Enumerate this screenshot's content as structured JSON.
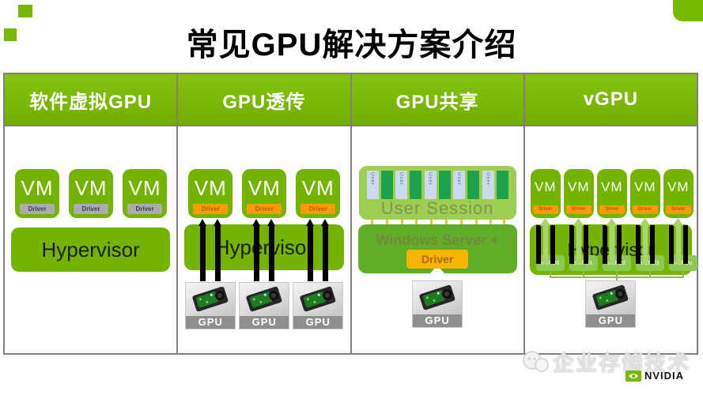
{
  "title": "常见GPU解决方案介绍",
  "colors": {
    "nvidia_green": "#76B900",
    "header_green": "#7AB800",
    "box_green": "#74B400",
    "session_light_green": "#9DCE52",
    "server_green": "#60AD27",
    "driver_orange": "#F59C06",
    "driver_gray": "#ACACAC",
    "gold_line": "#EEC23E",
    "bar_lavender": "#CBD9F1",
    "bar_emerald": "#1EA24D",
    "border_gray": "#7f7f7f"
  },
  "columns": [
    {
      "header": "软件虚拟GPU",
      "hypervisor": "Hypervisor",
      "vms": [
        {
          "label": "VM",
          "badge": "Driver"
        },
        {
          "label": "VM",
          "badge": "Driver"
        },
        {
          "label": "VM",
          "badge": "Driver"
        }
      ]
    },
    {
      "header": "GPU透传",
      "hypervisor": "Hypervisor",
      "gpu_label": "GPU",
      "vms": [
        {
          "label": "VM",
          "badge": "Driver"
        },
        {
          "label": "VM",
          "badge": "Driver"
        },
        {
          "label": "VM",
          "badge": "Driver"
        }
      ]
    },
    {
      "header": "GPU共享",
      "session": {
        "title": "User Session",
        "bar_label": "User",
        "bar_count": 10
      },
      "server": "Windows Server + XenApp",
      "driver": "Driver",
      "gpu_label": "GPU"
    },
    {
      "header": "vGPU",
      "hypervisor": "Hypervisor",
      "gpu_label": "GPU",
      "vms": [
        {
          "label": "VM",
          "badge": "Driver"
        },
        {
          "label": "VM",
          "badge": "Driver"
        },
        {
          "label": "VM",
          "badge": "Driver"
        },
        {
          "label": "VM",
          "badge": "Driver"
        },
        {
          "label": "VM",
          "badge": "Driver"
        }
      ],
      "vgpus": [
        "vGPU0",
        "vGPU1",
        "vGPU2",
        "vGPU3",
        "vGPUn"
      ]
    }
  ],
  "watermark": {
    "text": "企业存储技术",
    "brand": "NVIDIA"
  }
}
